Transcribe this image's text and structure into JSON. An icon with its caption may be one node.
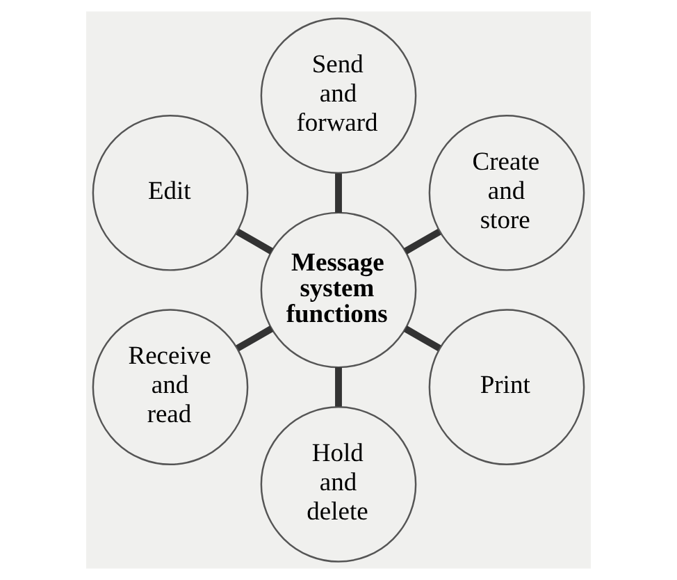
{
  "diagram": {
    "nodes": [
      {
        "text": [
          "Message system functions"
        ]
      },
      {
        "text": [
          "Create and store"
        ]
      },
      {
        "text": [
          "Send and forward"
        ]
      },
      {
        "text": [
          "Edit"
        ]
      },
      {
        "text": [
          "Receive and read"
        ]
      },
      {
        "text": [
          "Hold and delete"
        ]
      },
      {
        "text": [
          "Print"
        ]
      }
    ],
    "edges": [
      {
        "from": 0,
        "to": 1,
        "arrow": "none"
      },
      {
        "from": 0,
        "to": 2,
        "arrow": "none"
      },
      {
        "from": 0,
        "to": 3,
        "arrow": "none"
      },
      {
        "from": 0,
        "to": 4,
        "arrow": "none"
      },
      {
        "from": 0,
        "to": 5,
        "arrow": "none"
      },
      {
        "from": 0,
        "to": 6,
        "arrow": "none"
      }
    ]
  }
}
